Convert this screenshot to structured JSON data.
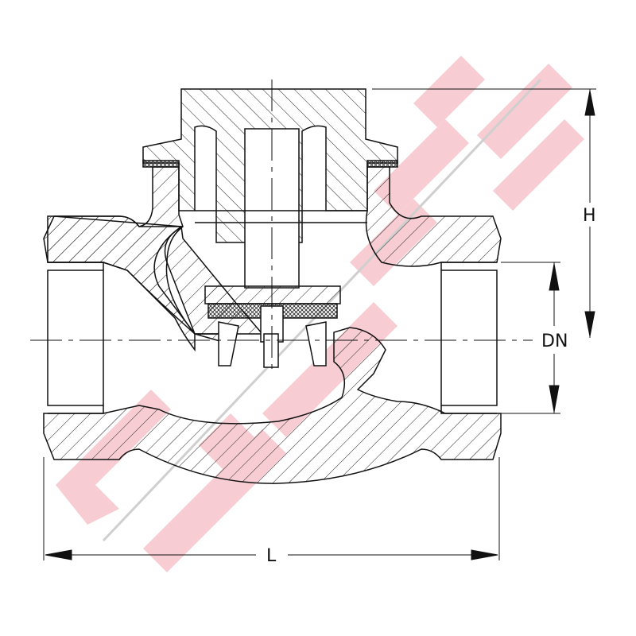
{
  "drawing": {
    "dimensions": {
      "height_label": "H",
      "nominal_diameter_label": "DN",
      "length_label": "L"
    },
    "colors": {
      "line": "#111111",
      "watermark": "#f7cdd3",
      "watermark_line": "#cfcfcf"
    }
  }
}
